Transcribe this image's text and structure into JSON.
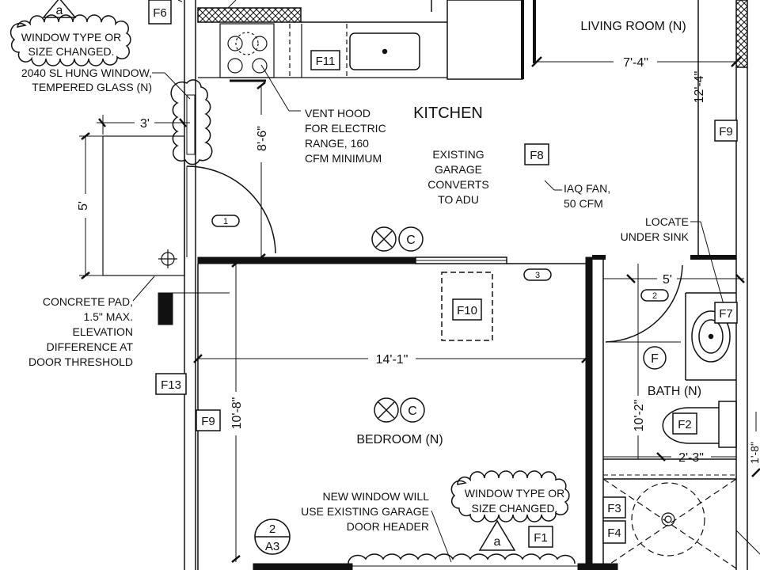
{
  "rooms": {
    "kitchen": "KITCHEN",
    "living_room": "LIVING ROOM (N)",
    "bedroom": "BEDROOM (N)",
    "bath": "BATH (N)"
  },
  "notes": {
    "window_changed_top": [
      "WINDOW TYPE OR",
      "SIZE CHANGED."
    ],
    "window_changed_bottom": [
      "WINDOW TYPE OR",
      "SIZE CHANGED."
    ],
    "hung_window": [
      "2040 SL HUNG WINDOW,",
      "TEMPERED GLASS (N)"
    ],
    "vent_hood": [
      "VENT  HOOD",
      "FOR ELECTRIC",
      "RANGE, 160",
      "CFM MINIMUM"
    ],
    "garage_converts": [
      "EXISTING",
      "GARAGE",
      "CONVERTS",
      "TO ADU"
    ],
    "iaq_fan": [
      "IAQ FAN,",
      "50 CFM"
    ],
    "locate_sink": [
      "LOCATE",
      "UNDER SINK"
    ],
    "concrete_pad": [
      "CONCRETE PAD,",
      "1.5\" MAX.",
      "ELEVATION",
      "DIFFERENCE AT",
      "DOOR THRESHOLD"
    ],
    "new_window": [
      "NEW WINDOW WILL",
      "USE EXISTING GARAGE",
      "DOOR HEADER"
    ]
  },
  "dimensions": {
    "living_width": "7'-4\"",
    "living_height": "12'-4\"",
    "pad_width": "3'",
    "pad_height": "5'",
    "kitchen_height": "8'-6\"",
    "bedroom_width": "14'-1\"",
    "bedroom_height": "10'-8\"",
    "bath_width": "5'",
    "bath_height": "10'-2\"",
    "toilet_width": "2'-3\"",
    "edge_dim": "1'-8\""
  },
  "tags": {
    "f1": "F1",
    "f2": "F2",
    "f3": "F3",
    "f4": "F4",
    "f6": "F6",
    "f7": "F7",
    "f8": "F8",
    "f9_living": "F9",
    "f9_bedroom": "F9",
    "f10": "F10",
    "f11": "F11",
    "f13": "F13",
    "f_bath": "F"
  },
  "doors": {
    "d1": "1",
    "d2": "2",
    "d3": "3"
  },
  "smoke_c": "C",
  "section_mark": {
    "num": "2",
    "sheet": "A3"
  },
  "revision": "a"
}
